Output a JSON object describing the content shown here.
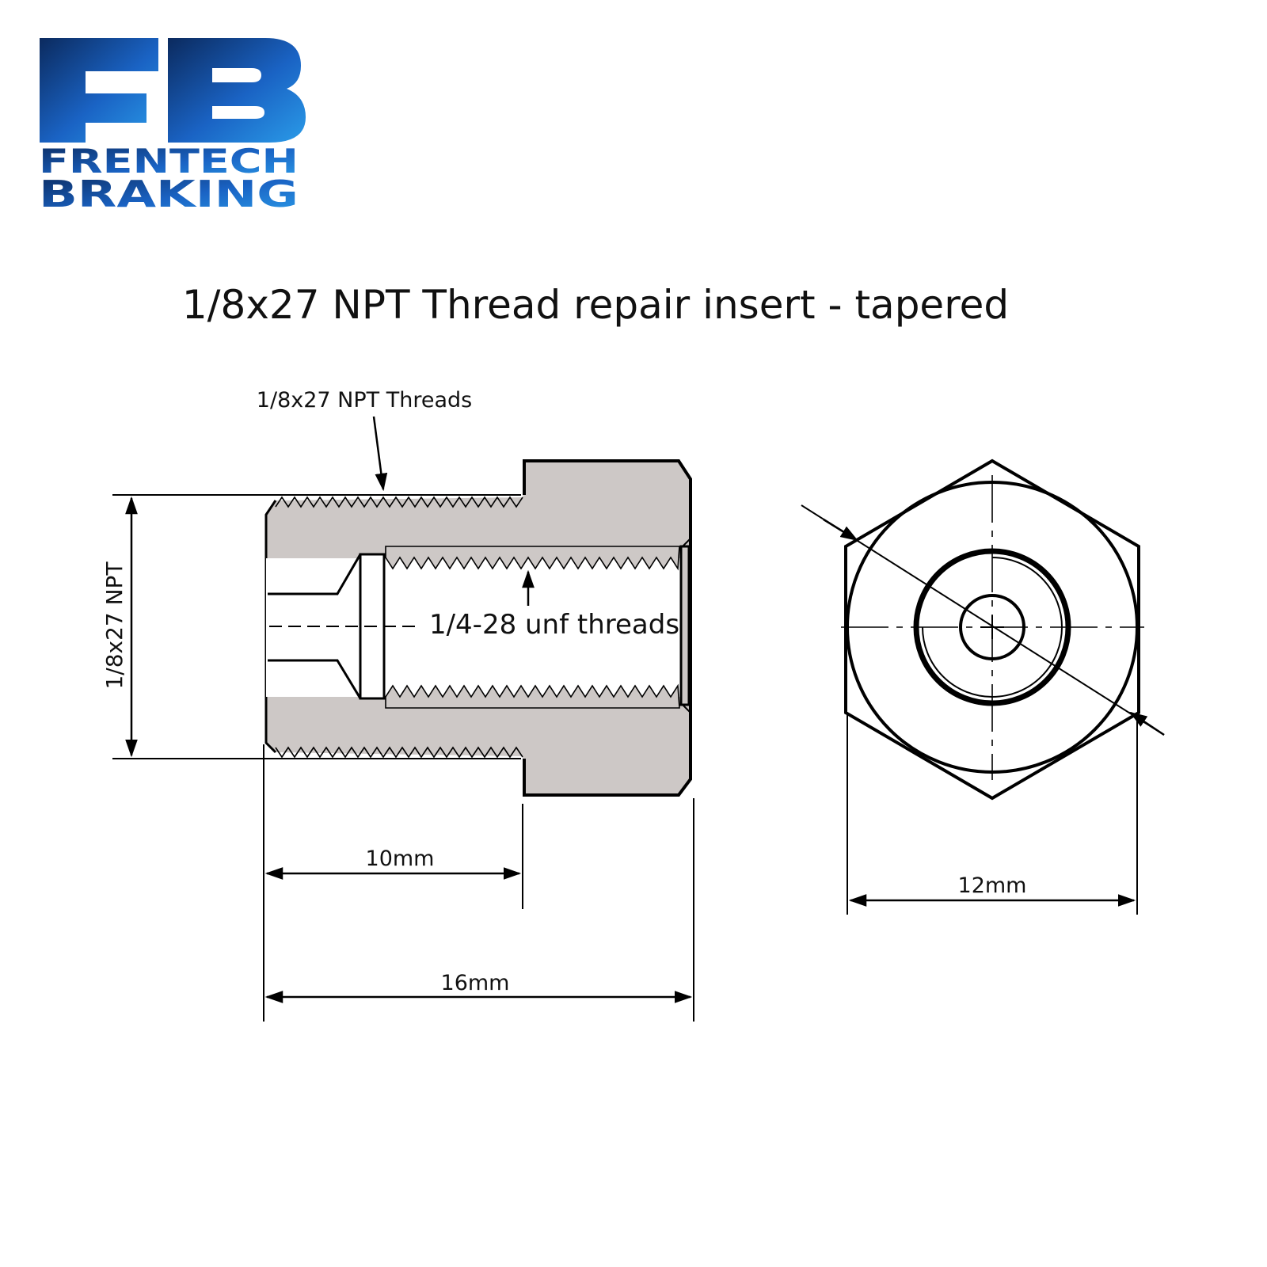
{
  "logo": {
    "monogram": "FB",
    "line1": "FRENTECH",
    "line2": "BRAKING",
    "colors": {
      "dark": "#0b2a5e",
      "light": "#2a9be8"
    }
  },
  "title": "1/8x27 NPT Thread repair insert - tapered",
  "side_view": {
    "outer_thread_label": "1/8x27 NPT Threads",
    "diameter_label": "1/8x27 NPT",
    "inner_thread_label": "1/4-28 unf threads",
    "dim_thread_length": "10mm",
    "dim_total_length": "16mm",
    "body_fill": "#cdc8c6"
  },
  "end_view": {
    "dim_hex": "12mm"
  }
}
